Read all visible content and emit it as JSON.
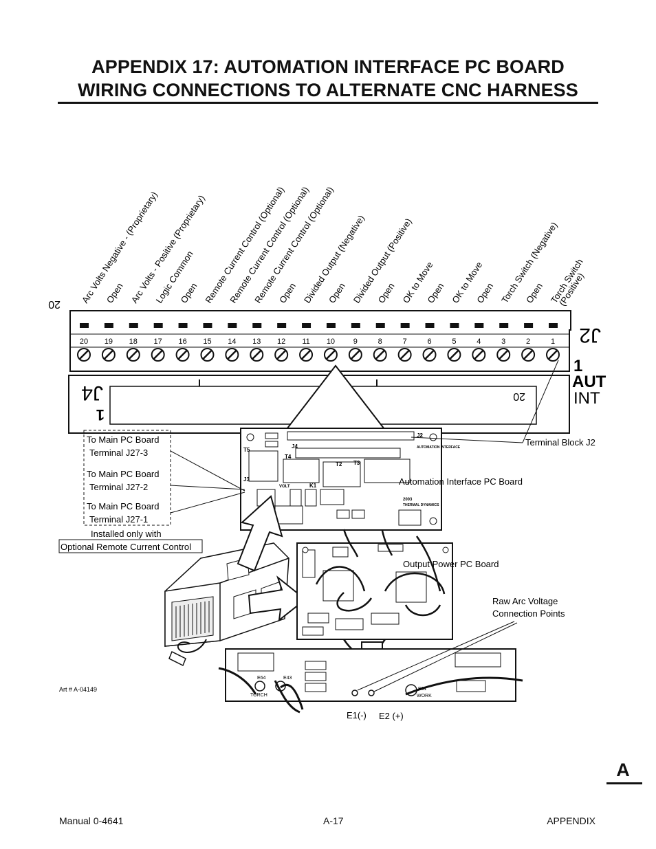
{
  "title_line1": "APPENDIX 17:  AUTOMATION INTERFACE PC BOARD",
  "title_line2": "WIRING CONNECTIONS TO ALTERNATE CNC HARNESS",
  "terminals": [
    {
      "num": "20",
      "label": "Arc Volts  Negative - (Proprietary)"
    },
    {
      "num": "19",
      "label": "Open"
    },
    {
      "num": "18",
      "label": "Arc Volts - Positive (Proprietary)"
    },
    {
      "num": "17",
      "label": "Logic  Common"
    },
    {
      "num": "16",
      "label": "Open"
    },
    {
      "num": "15",
      "label": "Remote Current Control (Optional)"
    },
    {
      "num": "14",
      "label": "Remote Current Control (Optional)"
    },
    {
      "num": "13",
      "label": "Remote Current Control (Optional)"
    },
    {
      "num": "12",
      "label": "Open"
    },
    {
      "num": "11",
      "label": "Divided Output (Negative)"
    },
    {
      "num": "10",
      "label": "Open"
    },
    {
      "num": "9",
      "label": "Divided Output (Positive)"
    },
    {
      "num": "8",
      "label": "Open"
    },
    {
      "num": "7",
      "label": "OK to Move"
    },
    {
      "num": "6",
      "label": "Open"
    },
    {
      "num": "5",
      "label": "OK to Move"
    },
    {
      "num": "4",
      "label": "Open"
    },
    {
      "num": "3",
      "label": "Torch Switch (Negative)"
    },
    {
      "num": "2",
      "label": "Open"
    },
    {
      "num": "1",
      "label": "Torch Switch"
    }
  ],
  "torch_switch_positive": "(Positive)",
  "connector": {
    "j2_label": "J2",
    "j2_pin20": "20",
    "j2_pin1": "1",
    "j4_label": "J4",
    "j4_pin20": "20",
    "j4_pin1": "1",
    "aut_label": "AUT",
    "int_label": "INT"
  },
  "callouts": {
    "j27_3_line1": "To Main PC Board",
    "j27_3_line2": "Terminal J27-3",
    "j27_2_line1": "To Main PC Board",
    "j27_2_line2": "Terminal J27-2",
    "j27_1_line1": "To Main PC Board",
    "j27_1_line2": "Terminal J27-1",
    "installed_only": "Installed only with",
    "optional_rcc": "Optional Remote Current Control",
    "terminal_block": "Terminal Block J2",
    "automation_board": "Automation Interface PC Board",
    "output_board": "Output Power PC Board",
    "raw_arc_line1": "Raw Arc Voltage",
    "raw_arc_line2": "Connection Points",
    "e1": "E1(-)",
    "e2": "E2 (+)",
    "art_number": "Art # A-04149"
  },
  "board_marks": {
    "t5": "T5",
    "t4": "T4",
    "t2": "T2",
    "t3": "T3",
    "j4": "J4",
    "j2": "J2",
    "j3": "J3",
    "k1": "K1",
    "volt": "VOLT",
    "automation_interface": "AUTOMATION INTERFACE",
    "thermal": "THERMAL DYNAMICS",
    "year": "2003",
    "e64": "E64",
    "e43": "E43",
    "e61": "E61",
    "torch": "TORCH",
    "work": "WORK"
  },
  "footer": {
    "left": "Manual 0-4641",
    "center": "A-17",
    "right": "APPENDIX",
    "tab": "A"
  },
  "colors": {
    "ink": "#111111",
    "shade": "#cfcfcf"
  }
}
